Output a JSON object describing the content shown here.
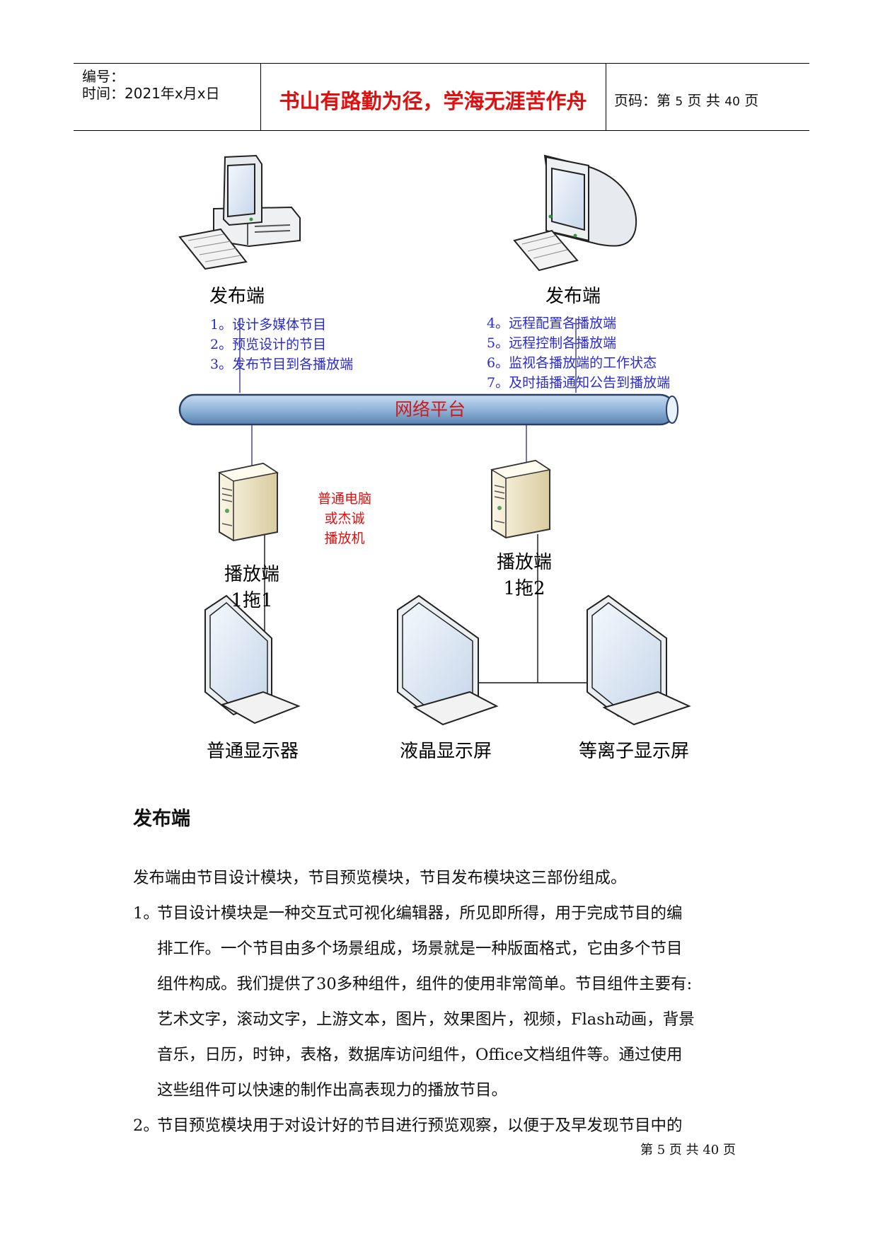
{
  "header": {
    "number_label": "编号：",
    "time_label": "时间：2021年x月x日",
    "motto": "书山有路勤为径，学海无涯苦作舟",
    "page_prefix": "页码：第",
    "page_current": "5",
    "page_mid": "页  共",
    "page_total": "40",
    "page_suffix": "页"
  },
  "diagram": {
    "publisher_left_label": "发布端",
    "publisher_right_label": "发布端",
    "left_tasks": [
      "1。设计多媒体节目",
      "2。预览设计的节目",
      "3。发布节目到各播放端"
    ],
    "right_tasks": [
      "4。远程配置各播放端",
      "5。远程控制各播放端",
      "6。监视各播放端的工作状态",
      "7。及时插播通知公告到播放端"
    ],
    "network_label": "网络平台",
    "player_note": [
      "普通电脑",
      "或杰诚",
      "播放机"
    ],
    "player_left": [
      "播放端",
      "1拖1"
    ],
    "player_right": [
      "播放端",
      "1拖2"
    ],
    "display_labels": [
      "普通显示器",
      "液晶显示屏",
      "等离子显示屏"
    ],
    "colors": {
      "task_text": "#2b2bd6",
      "note_text": "#e01010",
      "pipe": "#8fb4d9",
      "pipe_edge": "#2a3f66"
    }
  },
  "section_title": "发布端",
  "paragraphs": {
    "intro": "发布端由节目设计模块，节目预览模块，节目发布模块这三部份组成。",
    "item1_num": "1。",
    "item1_lines": [
      "节目设计模块是一种交互式可视化编辑器，所见即所得，用于完成节目的编",
      "排工作。一个节目由多个场景组成，场景就是一种版面格式，它由多个节目",
      "组件构成。我们提供了30多种组件，组件的使用非常简单。节目组件主要有:",
      "艺术文字，滚动文字，上游文本，图片，效果图片，视频，Flash动画，背景",
      "音乐，日历，时钟，表格，数据库访问组件，Office文档组件等。通过使用",
      "这些组件可以快速的制作出高表现力的播放节目。"
    ],
    "item2_num": "2。",
    "item2_line": "节目预览模块用于对设计好的节目进行预览观察，以便于及早发现节目中的"
  },
  "footer": {
    "text": "第 5 页 共 40 页"
  }
}
